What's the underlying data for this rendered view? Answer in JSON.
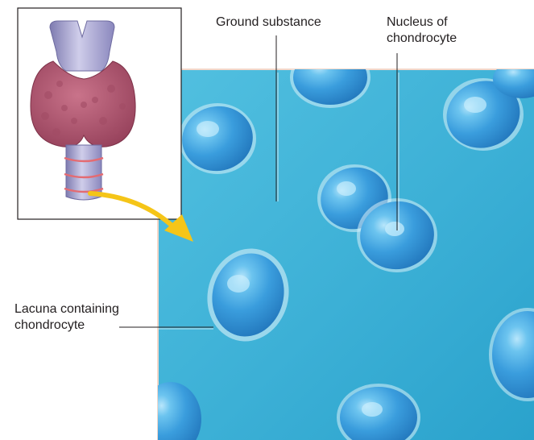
{
  "labels": {
    "ground_substance": "Ground substance",
    "nucleus_line1": "Nucleus of",
    "nucleus_line2": "chondrocyte",
    "lacuna_line1": "Lacuna containing",
    "lacuna_line2": "chondrocyte"
  },
  "colors": {
    "tissue_background": "#3fb2d6",
    "cell_fill": "#2b8fd0",
    "cell_highlight": "#8fd2f2",
    "lacuna_halo": "#d8f0fa",
    "arrow": "#f5c518",
    "thyroid": "#b4566e",
    "trachea": "#a9a6cf",
    "cartilage_ring": "#e46b72",
    "leader_line": "#231f20"
  },
  "icons": {
    "inset": "thyroid-trachea-illustration-icon",
    "arrow": "curved-arrow-icon"
  }
}
